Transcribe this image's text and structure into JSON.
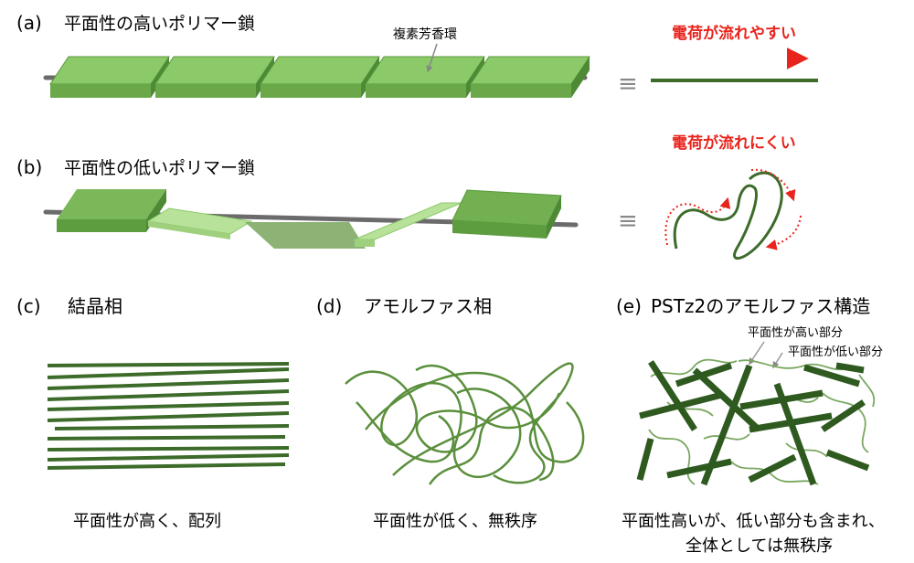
{
  "panel_a": {
    "letter": "(a)",
    "title": "平面性の高いポリマー鎖",
    "annotation": "複素芳香環",
    "charge_text": "電荷が流れやすい"
  },
  "panel_b": {
    "letter": "(b)",
    "title": "平面性の低いポリマー鎖",
    "charge_text": "電荷が流れにくい"
  },
  "panel_c": {
    "letter": "(c)",
    "title": "結晶相",
    "caption": "平面性が高く、配列"
  },
  "panel_d": {
    "letter": "(d)",
    "title": "アモルファス相",
    "caption": "平面性が低く、無秩序"
  },
  "panel_e": {
    "letter": "(e)",
    "title": "PSTz2のアモルファス構造",
    "label_high": "平面性が高い部分",
    "label_low": "平面性が低い部分",
    "caption_line1": "平面性高いが、低い部分も含まれ、",
    "caption_line2": "全体としては無秩序"
  },
  "equiv_symbol": "≡",
  "colors": {
    "plate_light": "#8cc968",
    "plate_mid": "#72b052",
    "plate_pale": "#b8e29a",
    "plate_edge": "#4e8a35",
    "chain_dark": "#3c6b2a",
    "rod": "#6b6b6b",
    "charge_red": "#e8241c"
  }
}
